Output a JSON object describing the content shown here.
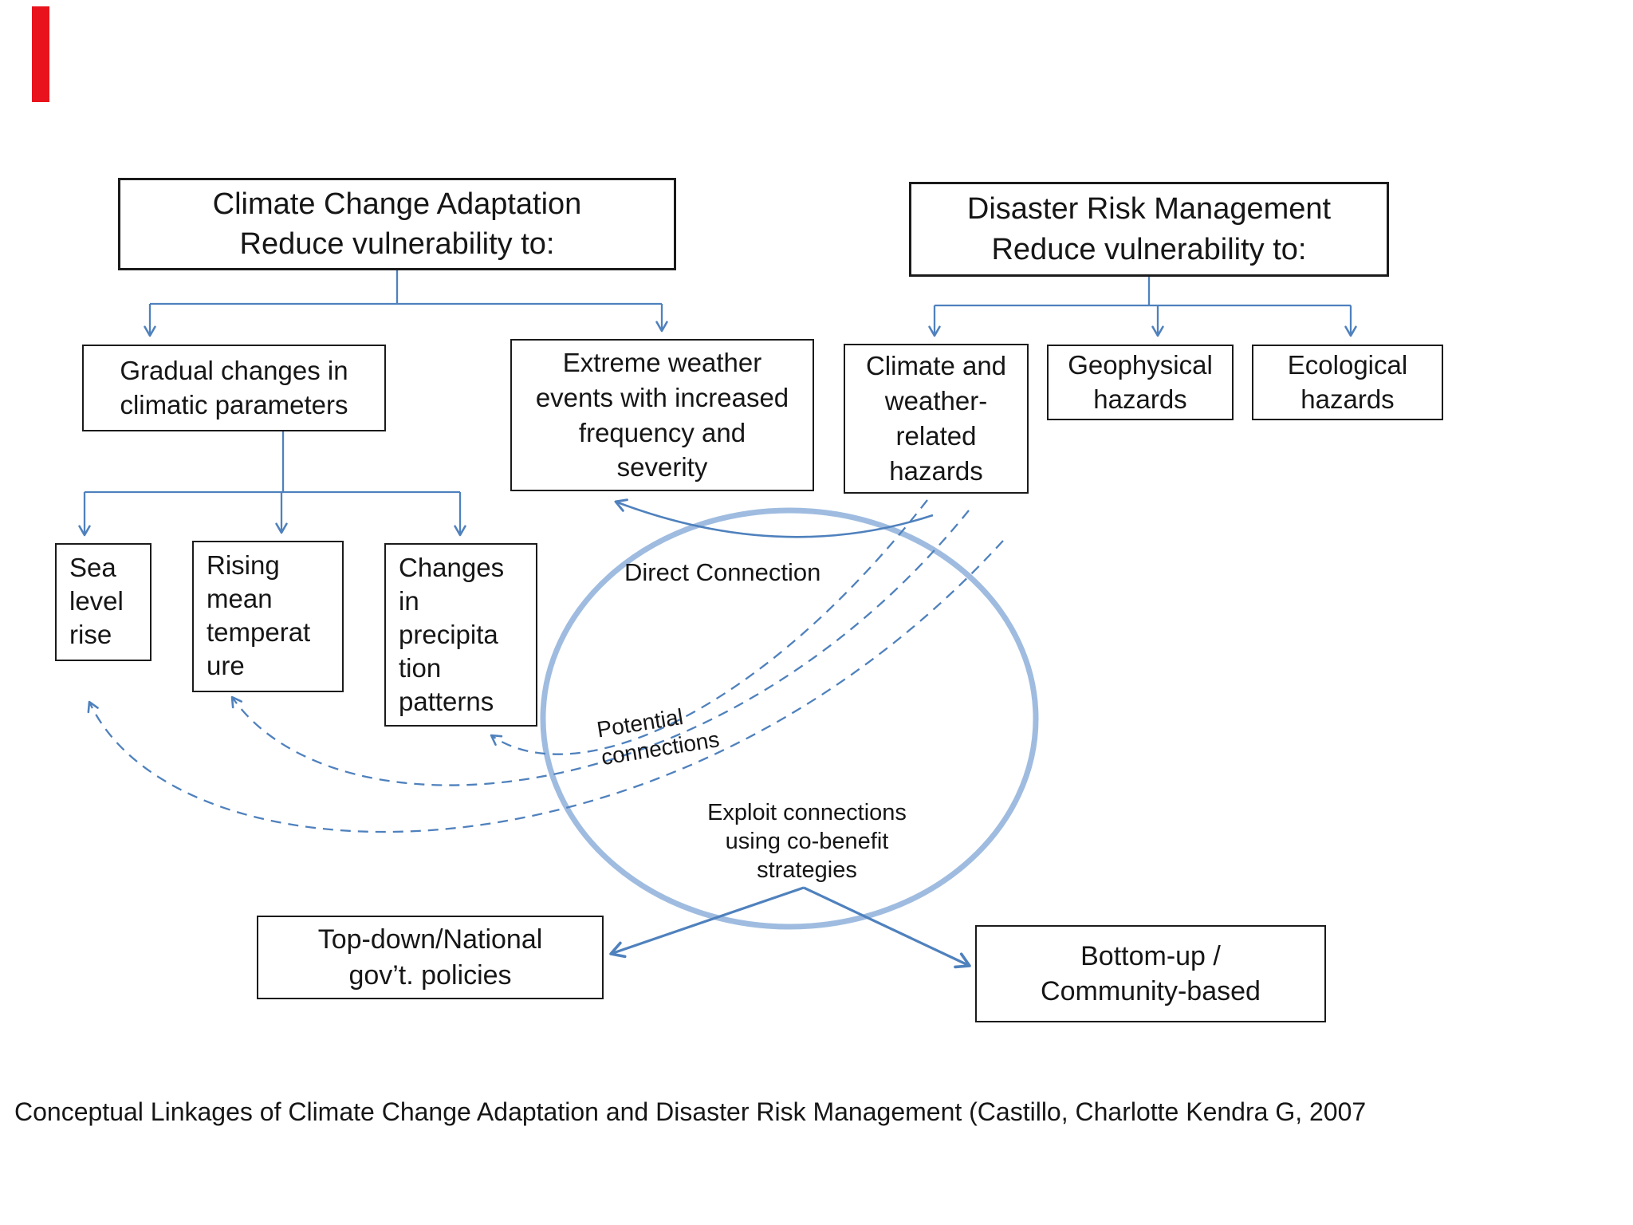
{
  "header": {
    "cca": "Climate Change Adaptation\nReduce vulnerability to:",
    "drm": "Disaster Risk Management\nReduce vulnerability to:"
  },
  "cca_children": {
    "gradual": "Gradual changes in\nclimatic parameters",
    "extreme": "Extreme weather\nevents with increased\nfrequency and\nseverity"
  },
  "gradual_children": {
    "sea_level_rise": "Sea\nlevel\nrise",
    "rising_mean_temperature": "Rising\nmean\ntemperat\nure",
    "precipitation_changes": "Changes\nin\nprecipita\ntion\npatterns"
  },
  "drm_children": {
    "climate_weather": "Climate and\nweather-\nrelated\nhazards",
    "geophysical": "Geophysical\nhazards",
    "ecological": "Ecological\nhazards"
  },
  "connections": {
    "direct": "Direct Connection",
    "potential": "Potential\nconnections",
    "exploit": "Exploit connections\nusing co-benefit\nstrategies"
  },
  "strategies": {
    "top_down": "Top-down/National\ngov’t. policies",
    "bottom_up": "Bottom-up /\nCommunity-based"
  },
  "caption": "Conceptual Linkages of Climate Change Adaptation and Disaster Risk Management (Castillo, Charlotte Kendra G, 2007",
  "colors": {
    "accent": "#4f81bd",
    "circle": "#9fbce0",
    "border": "#1b1b1b",
    "text": "#161616",
    "red_bar": "#e8131c"
  }
}
